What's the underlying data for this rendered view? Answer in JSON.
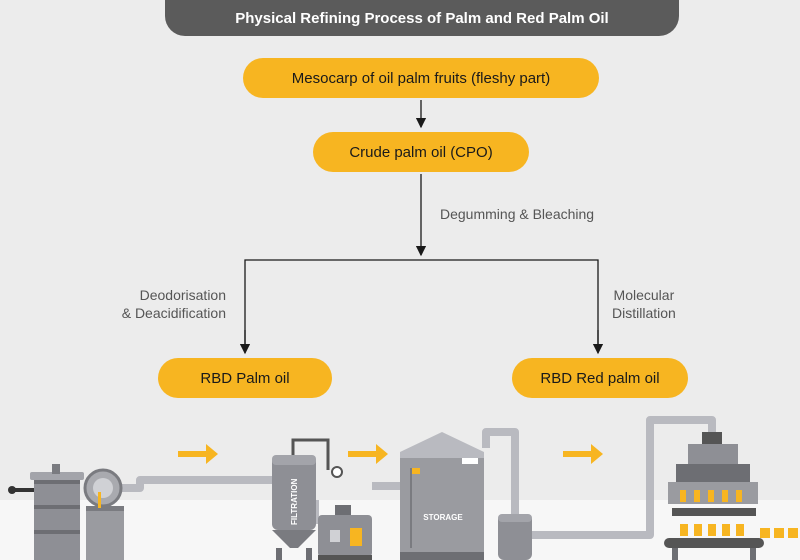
{
  "title": "Physical Refining Process of Palm and Red Palm Oil",
  "nodes": {
    "mesocarp": "Mesocarp of oil palm fruits (fleshy part)",
    "cpo": "Crude palm oil (CPO)",
    "rbd_palm": "RBD Palm oil",
    "rbd_red": "RBD Red palm oil"
  },
  "edges": {
    "degumming": "Degumming & Bleaching",
    "deodorisation_line1": "Deodorisation",
    "deodorisation_line2": "& Deacidification",
    "molecular_line1": "Molecular",
    "molecular_line2": "Distillation"
  },
  "equipment": {
    "filtration": "FILTRATION",
    "storage": "STORAGE"
  },
  "colors": {
    "accent": "#f7b521",
    "title_bg": "#5b5b5b",
    "background": "#ececec",
    "machine": "#9a9ba0"
  }
}
